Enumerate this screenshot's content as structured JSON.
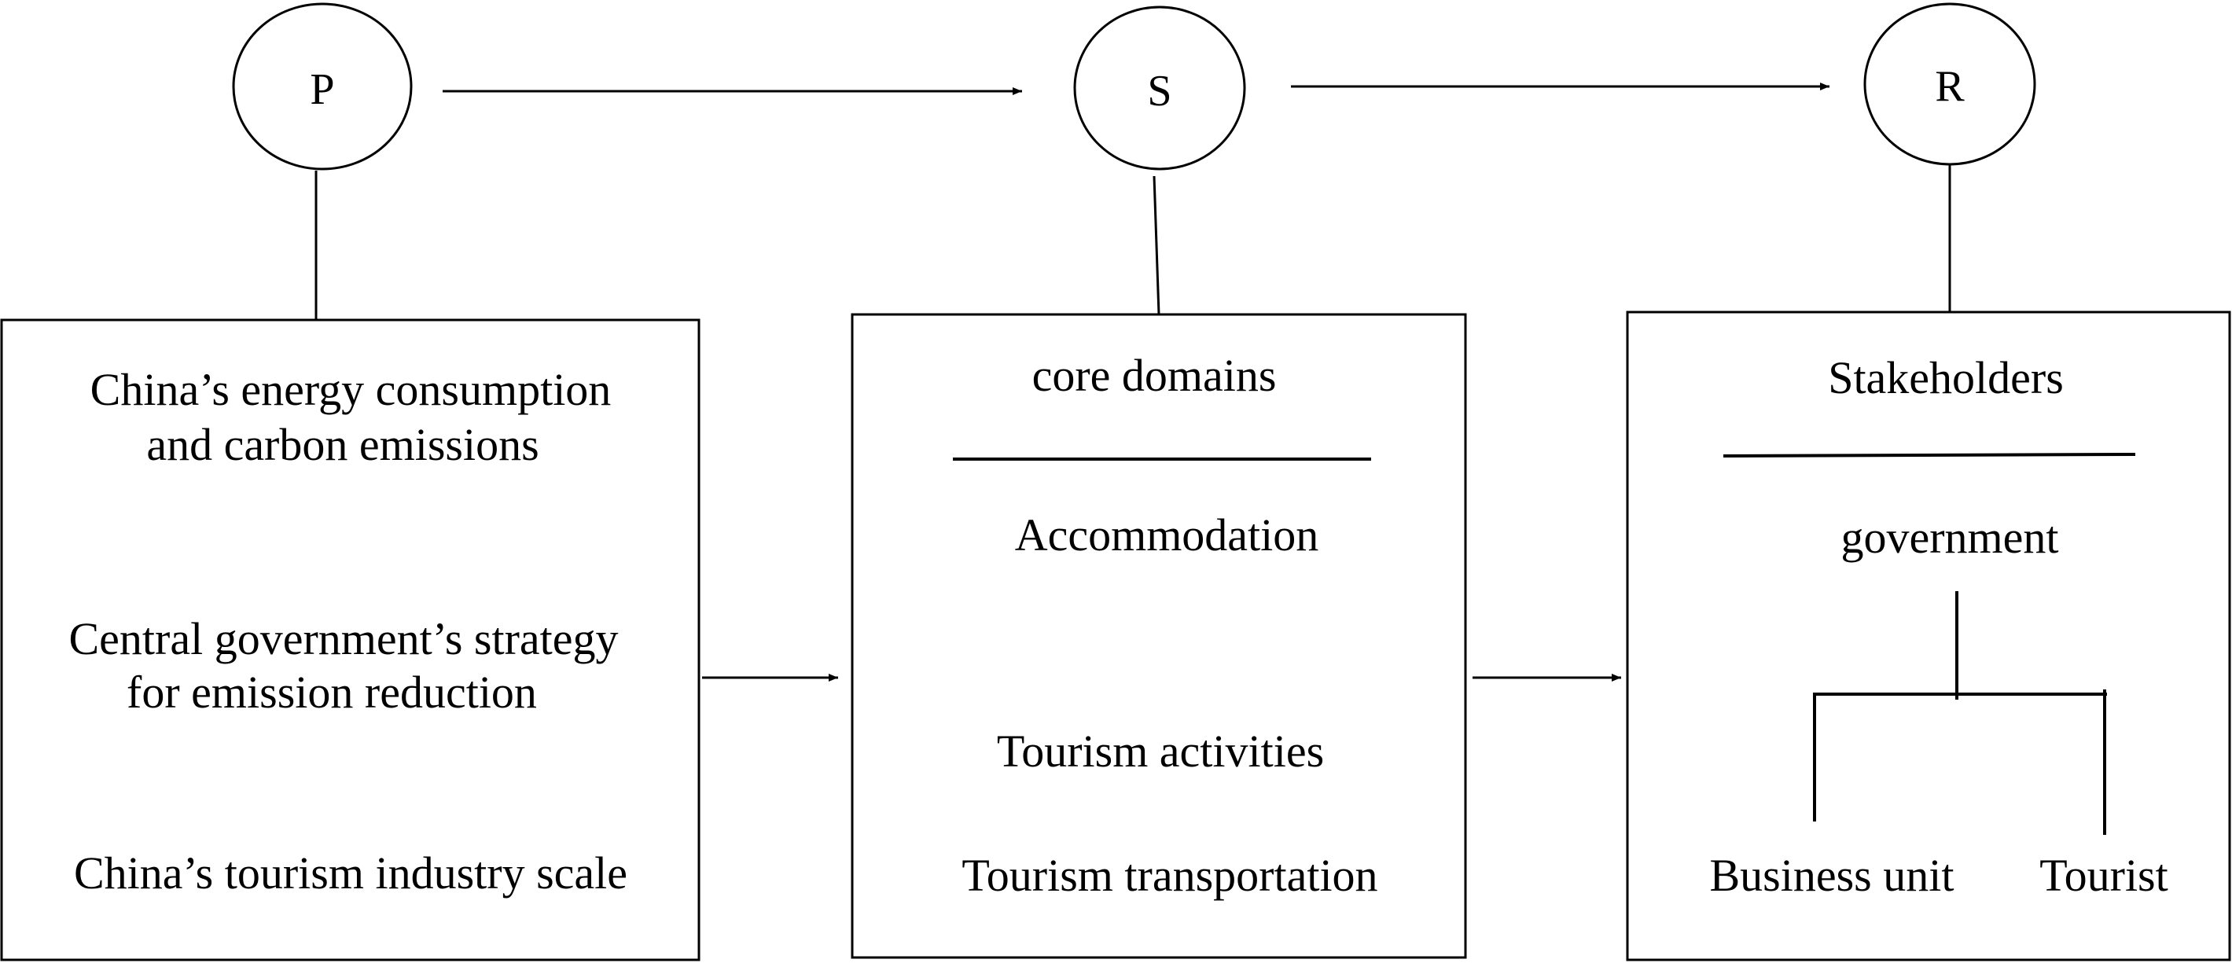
{
  "diagram": {
    "nodes": [
      {
        "letter": "P"
      },
      {
        "letter": "S"
      },
      {
        "letter": "R"
      }
    ],
    "pressure_box": {
      "lines": [
        "China’s energy consumption",
        "and carbon emissions",
        "Central government’s strategy",
        "for emission reduction",
        "China’s tourism industry scale"
      ]
    },
    "state_box": {
      "heading": "core domains",
      "items": [
        "Accommodation",
        "Tourism activities",
        "Tourism transportation"
      ]
    },
    "response_box": {
      "heading": "Stakeholders",
      "root": "government",
      "children": [
        "Business unit",
        "Tourist"
      ]
    },
    "colors": {
      "stroke": "#000000",
      "background": "#ffffff"
    }
  }
}
